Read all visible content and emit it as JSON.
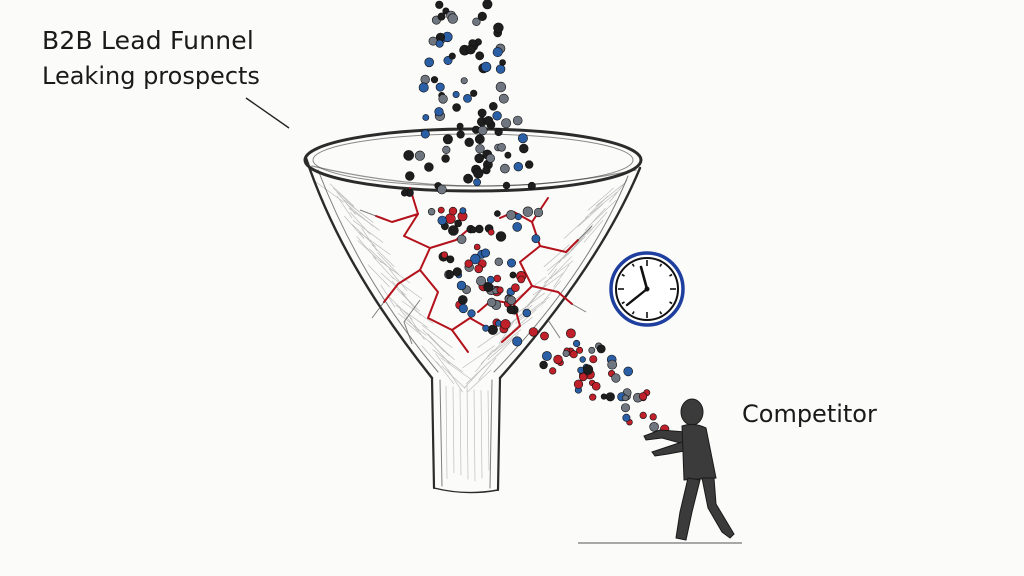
{
  "labels": {
    "title": "B2B  Lead Funnel",
    "subtitle": "Leaking prospects",
    "competitor": "Competitor"
  },
  "colors": {
    "background": "#fbfbfa",
    "ink": "#2b2b2b",
    "crack": "#b3121b",
    "dot_dark": "#1e1e1e",
    "dot_blue": "#2b5fa5",
    "dot_red": "#c0202a",
    "dot_gray": "#6f7680",
    "clock_ring": "#1f3f9e"
  },
  "icons": {
    "funnel": "funnel-sketch",
    "clock": "clock-icon",
    "competitor": "person-silhouette"
  }
}
